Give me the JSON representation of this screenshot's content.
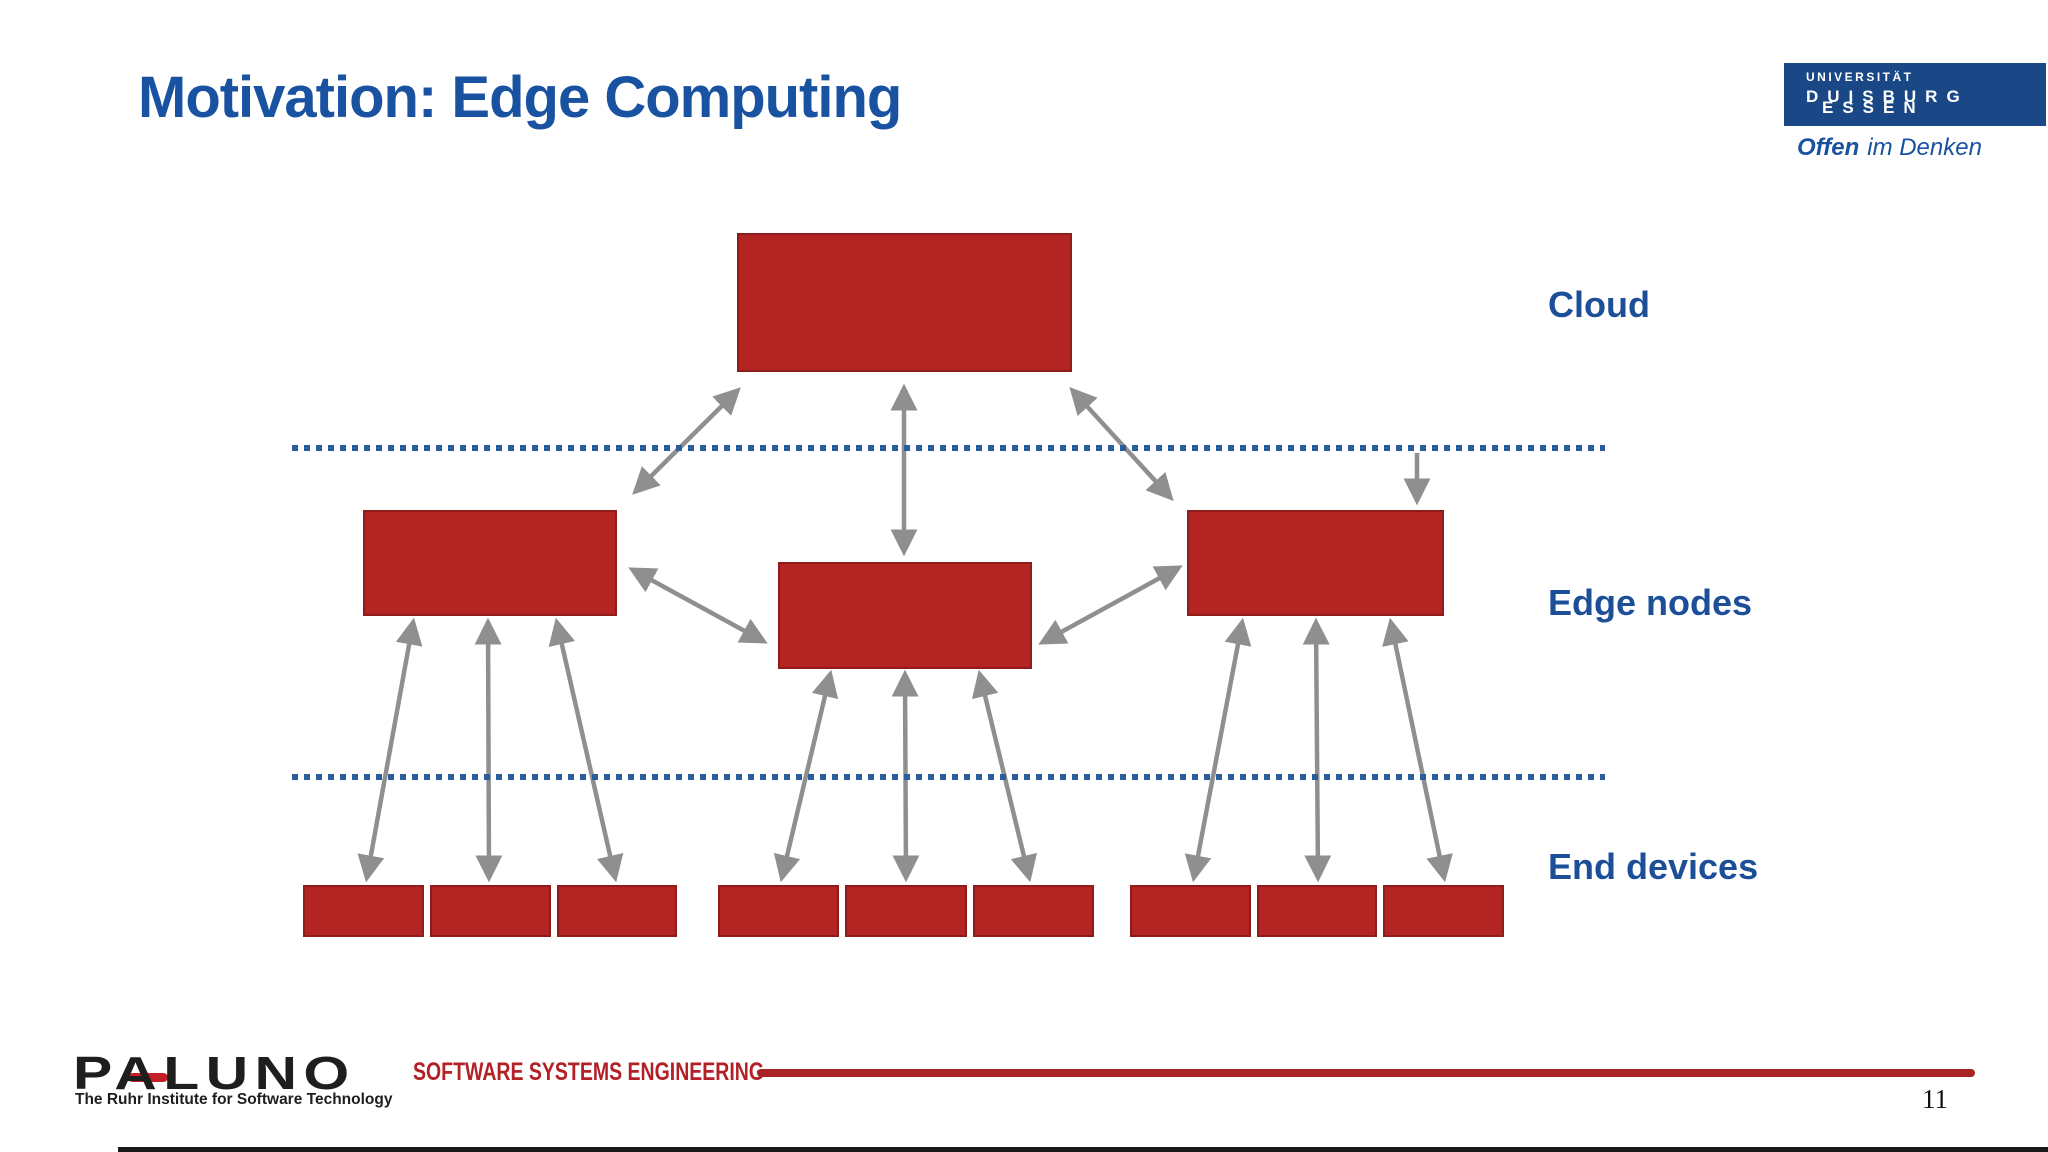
{
  "slide": {
    "title": "Motivation: Edge Computing",
    "page_number": "11"
  },
  "university_logo": {
    "line1": "UNIVERSITÄT",
    "line2": "DUISBURG",
    "line3": "ESSEN",
    "tagline_bold": "Offen",
    "tagline_rest": "im Denken"
  },
  "diagram": {
    "type": "layered-architecture",
    "labels": {
      "cloud": "Cloud",
      "edge": "Edge nodes",
      "end": "End devices"
    },
    "layers": [
      {
        "name": "cloud",
        "label": "Cloud",
        "boxes": 1
      },
      {
        "name": "edge-nodes",
        "label": "Edge nodes",
        "boxes": 3
      },
      {
        "name": "end-devices",
        "label": "End devices",
        "boxes": 9,
        "groups": [
          3,
          3,
          3
        ]
      }
    ],
    "colors": {
      "node_fill": "#b32423",
      "node_border": "#901b1b",
      "arrow": "#8f8f8f",
      "boundary_dots": "#2b5d9b",
      "label_text": "#1d4f99"
    }
  },
  "footer": {
    "logo_text": "PALUNO",
    "logo_tagline": "The Ruhr Institute for Software Technology",
    "department": "SOFTWARE SYSTEMS ENGINEERING"
  }
}
